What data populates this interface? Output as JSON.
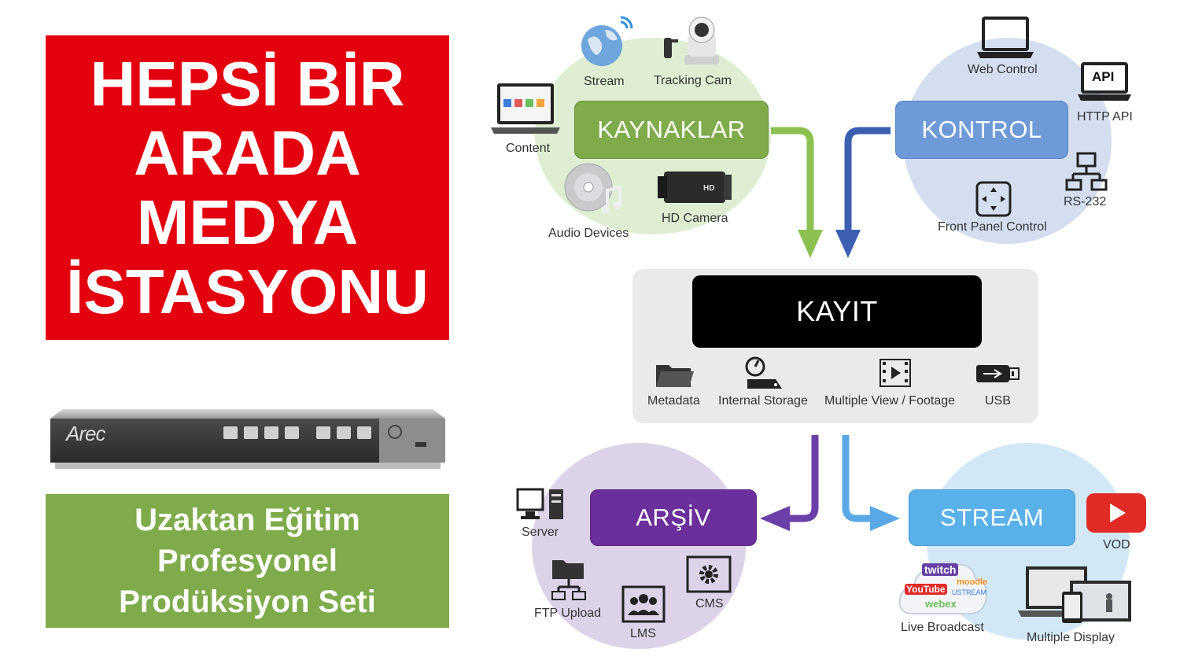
{
  "title_lines": [
    "HEPSİ BİR",
    "ARADA",
    "MEDYA",
    "İSTASYONU"
  ],
  "subtitle_lines": [
    "Uzaktan Eğitim",
    "Profesyonel",
    "Prodüksiyon Seti"
  ],
  "device": {
    "brand": "Arec"
  },
  "colors": {
    "red": "#e3000f",
    "green": "#7fab4b",
    "blue": "#6e9bd8",
    "purple": "#6b2f9b",
    "sky": "#5ab0e8"
  },
  "sources": {
    "label": "KAYNAKLAR",
    "items": [
      "Stream",
      "Tracking Cam",
      "Content",
      "Audio Devices",
      "HD Camera"
    ],
    "hd_badge": "HD"
  },
  "control": {
    "label": "KONTROL",
    "items": [
      "Web Control",
      "HTTP API",
      "RS-232",
      "Front Panel Control"
    ],
    "api_badge": "API"
  },
  "recording": {
    "label": "KAYIT",
    "items": [
      "Metadata",
      "Internal Storage",
      "Multiple View / Footage",
      "USB"
    ]
  },
  "archive": {
    "label": "ARŞİV",
    "items": [
      "Server",
      "FTP Upload",
      "LMS",
      "CMS"
    ]
  },
  "stream": {
    "label": "STREAM",
    "items": [
      "VOD",
      "Live Broadcast",
      "Multiple Display"
    ],
    "logos": [
      "twitch",
      "moodle",
      "YouTube",
      "USTREAM",
      "webex"
    ]
  }
}
